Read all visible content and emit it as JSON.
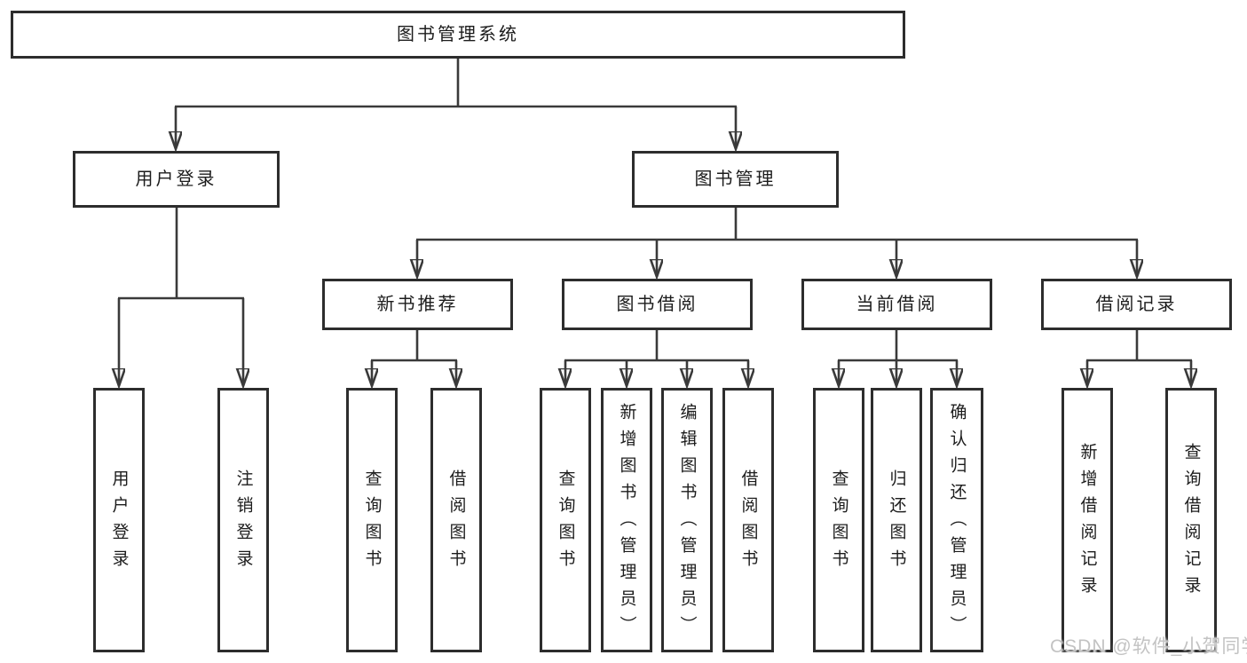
{
  "diagram": {
    "root": {
      "label": "图书管理系统"
    },
    "level2": [
      {
        "label": "用户登录",
        "children": [
          "用户登录",
          "注销登录"
        ]
      },
      {
        "label": "图书管理"
      }
    ],
    "level3": [
      {
        "label": "新书推荐",
        "children": [
          "查询图书",
          "借阅图书"
        ]
      },
      {
        "label": "图书借阅",
        "children": [
          "查询图书",
          "新增图书（管理员）",
          "编辑图书（管理员）",
          "借阅图书"
        ]
      },
      {
        "label": "当前借阅",
        "children": [
          "查询图书",
          "归还图书",
          "确认归还（管理员）"
        ]
      },
      {
        "label": "借阅记录",
        "children": [
          "新增借阅记录",
          "查询借阅记录"
        ]
      }
    ]
  },
  "watermark": {
    "text": "CSDN @软件_小贺同学"
  },
  "colors": {
    "background": "#ffffff",
    "line": "#3a3a3a",
    "box_border": "#2d2d2d",
    "text": "#1c1c1c",
    "watermark": "#c3c3c3"
  }
}
